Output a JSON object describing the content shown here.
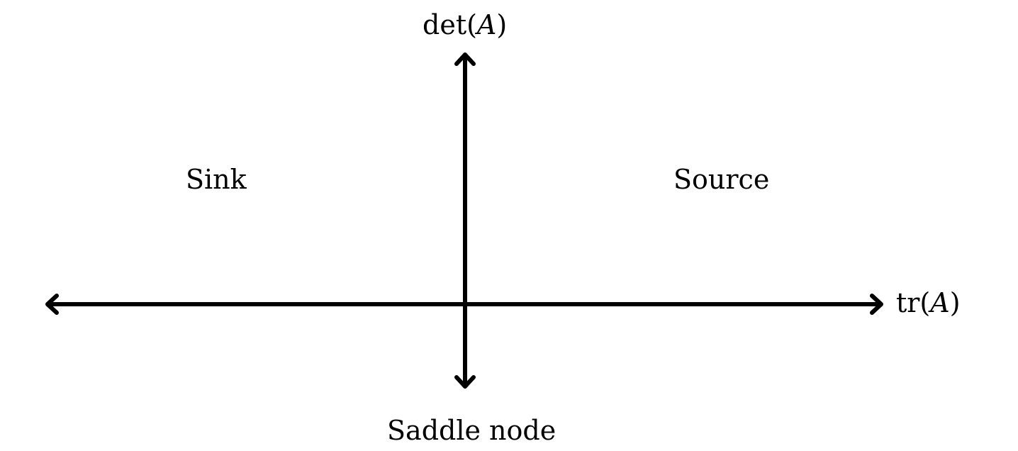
{
  "diagram": {
    "vertical_axis": {
      "label_prefix": "det(",
      "label_var": "A",
      "label_suffix": ")"
    },
    "horizontal_axis": {
      "label_prefix": "tr(",
      "label_var": "A",
      "label_suffix": ")"
    },
    "regions": {
      "upper_left": "Sink",
      "upper_right": "Source",
      "bottom": "Saddle node"
    },
    "colors": {
      "ink": "#000000",
      "background": "#ffffff"
    }
  }
}
